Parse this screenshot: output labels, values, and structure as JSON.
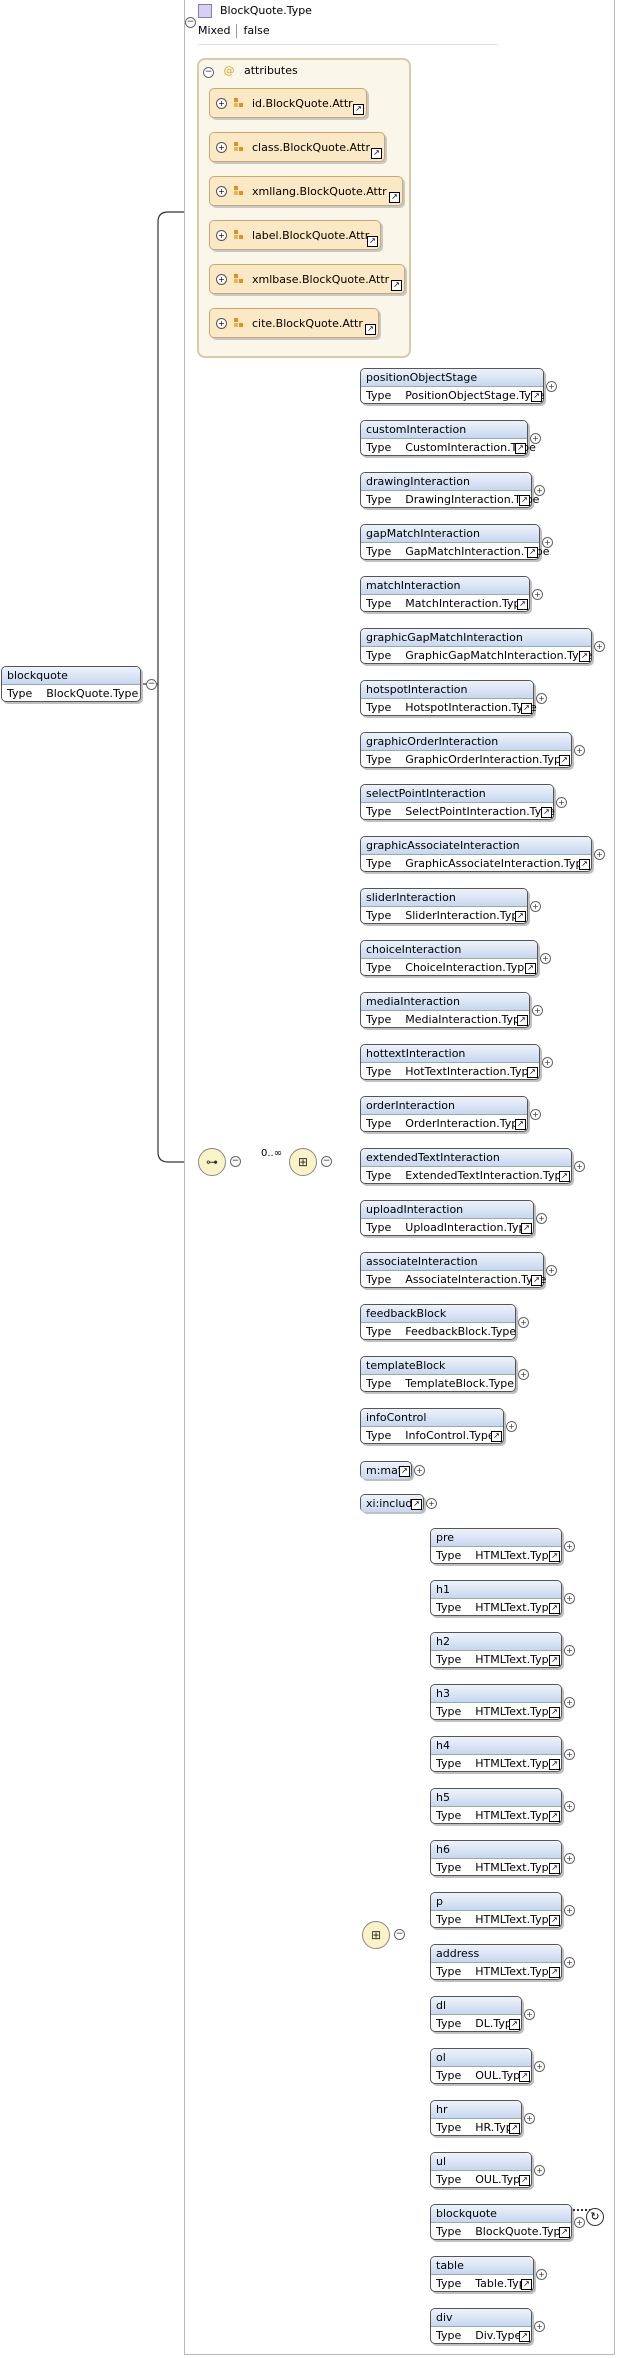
{
  "root": {
    "name": "blockquote",
    "type_key": "Type",
    "type": "BlockQuote.Type"
  },
  "complex_type": {
    "name": "BlockQuote.Type",
    "mixed_key": "Mixed",
    "mixed_val": "false"
  },
  "attributes": {
    "title": "attributes",
    "items": [
      "id.BlockQuote.Attr",
      "class.BlockQuote.Attr",
      "xmllang.BlockQuote.Attr",
      "label.BlockQuote.Attr",
      "xmlbase.BlockQuote.Attr",
      "cite.BlockQuote.Attr"
    ]
  },
  "cardinality": "0..∞",
  "choice1": [
    {
      "name": "positionObjectStage",
      "type": "PositionObjectStage.Type"
    },
    {
      "name": "customInteraction",
      "type": "CustomInteraction.Type"
    },
    {
      "name": "drawingInteraction",
      "type": "DrawingInteraction.Type"
    },
    {
      "name": "gapMatchInteraction",
      "type": "GapMatchInteraction.Type"
    },
    {
      "name": "matchInteraction",
      "type": "MatchInteraction.Type"
    },
    {
      "name": "graphicGapMatchInteraction",
      "type": "GraphicGapMatchInteraction.Type"
    },
    {
      "name": "hotspotInteraction",
      "type": "HotspotInteraction.Type"
    },
    {
      "name": "graphicOrderInteraction",
      "type": "GraphicOrderInteraction.Type"
    },
    {
      "name": "selectPointInteraction",
      "type": "SelectPointInteraction.Type"
    },
    {
      "name": "graphicAssociateInteraction",
      "type": "GraphicAssociateInteraction.Type"
    },
    {
      "name": "sliderInteraction",
      "type": "SliderInteraction.Type"
    },
    {
      "name": "choiceInteraction",
      "type": "ChoiceInteraction.Type"
    },
    {
      "name": "mediaInteraction",
      "type": "MediaInteraction.Type"
    },
    {
      "name": "hottextInteraction",
      "type": "HotTextInteraction.Type"
    },
    {
      "name": "orderInteraction",
      "type": "OrderInteraction.Type"
    },
    {
      "name": "extendedTextInteraction",
      "type": "ExtendedTextInteraction.Type"
    },
    {
      "name": "uploadInteraction",
      "type": "UploadInteraction.Type"
    },
    {
      "name": "associateInteraction",
      "type": "AssociateInteraction.Type"
    },
    {
      "name": "feedbackBlock",
      "type": "FeedbackBlock.Type"
    },
    {
      "name": "templateBlock",
      "type": "TemplateBlock.Type"
    },
    {
      "name": "infoControl",
      "type": "InfoControl.Type"
    }
  ],
  "single1": [
    "m:math",
    "xi:include"
  ],
  "choice2": [
    {
      "name": "pre",
      "type": "HTMLText.Type"
    },
    {
      "name": "h1",
      "type": "HTMLText.Type"
    },
    {
      "name": "h2",
      "type": "HTMLText.Type"
    },
    {
      "name": "h3",
      "type": "HTMLText.Type"
    },
    {
      "name": "h4",
      "type": "HTMLText.Type"
    },
    {
      "name": "h5",
      "type": "HTMLText.Type"
    },
    {
      "name": "h6",
      "type": "HTMLText.Type"
    },
    {
      "name": "p",
      "type": "HTMLText.Type"
    },
    {
      "name": "address",
      "type": "HTMLText.Type"
    },
    {
      "name": "dl",
      "type": "DL.Type"
    },
    {
      "name": "ol",
      "type": "OUL.Type"
    },
    {
      "name": "hr",
      "type": "HR.Type"
    },
    {
      "name": "ul",
      "type": "OUL.Type"
    },
    {
      "name": "blockquote",
      "type": "BlockQuote.Type"
    },
    {
      "name": "table",
      "type": "Table.Type"
    },
    {
      "name": "div",
      "type": "Div.Type"
    }
  ],
  "type_key": "Type"
}
